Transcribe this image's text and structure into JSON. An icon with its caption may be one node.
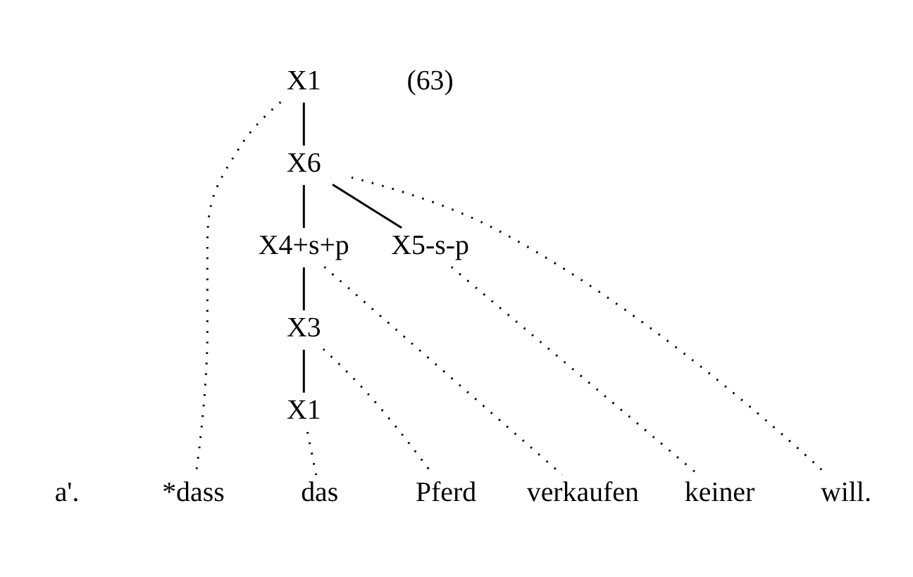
{
  "diagram": {
    "nodes": [
      {
        "text": [
          "X1"
        ]
      },
      {
        "text": [
          "X6"
        ]
      },
      {
        "text": [
          "X4+s+p"
        ]
      },
      {
        "text": [
          "X5-s-p"
        ]
      },
      {
        "text": [
          "X3"
        ]
      },
      {
        "text": [
          "X1"
        ]
      },
      {
        "text": [
          "*dass"
        ]
      },
      {
        "text": [
          "das"
        ]
      },
      {
        "text": [
          "Pferd"
        ]
      },
      {
        "text": [
          "verkaufen"
        ]
      },
      {
        "text": [
          "keiner"
        ]
      },
      {
        "text": [
          "will."
        ]
      }
    ],
    "edges": [
      {
        "from": 0,
        "to": 1,
        "arrow": "none"
      },
      {
        "from": 1,
        "to": 2,
        "arrow": "none"
      },
      {
        "from": 1,
        "to": 3,
        "arrow": "none"
      },
      {
        "from": 2,
        "to": 4,
        "arrow": "none"
      },
      {
        "from": 4,
        "to": 5,
        "arrow": "none"
      },
      {
        "from": 0,
        "to": 6,
        "arrow": "none",
        "style": "dashed"
      },
      {
        "from": 5,
        "to": 7,
        "arrow": "none",
        "style": "dashed"
      },
      {
        "from": 4,
        "to": 8,
        "arrow": "none",
        "style": "dashed"
      },
      {
        "from": 2,
        "to": 9,
        "arrow": "none",
        "style": "dashed"
      },
      {
        "from": 3,
        "to": 10,
        "arrow": "none",
        "style": "dashed"
      },
      {
        "from": 1,
        "to": 11,
        "arrow": "none",
        "style": "dashed"
      }
    ],
    "labels": [
      "(63)",
      "a'."
    ]
  }
}
